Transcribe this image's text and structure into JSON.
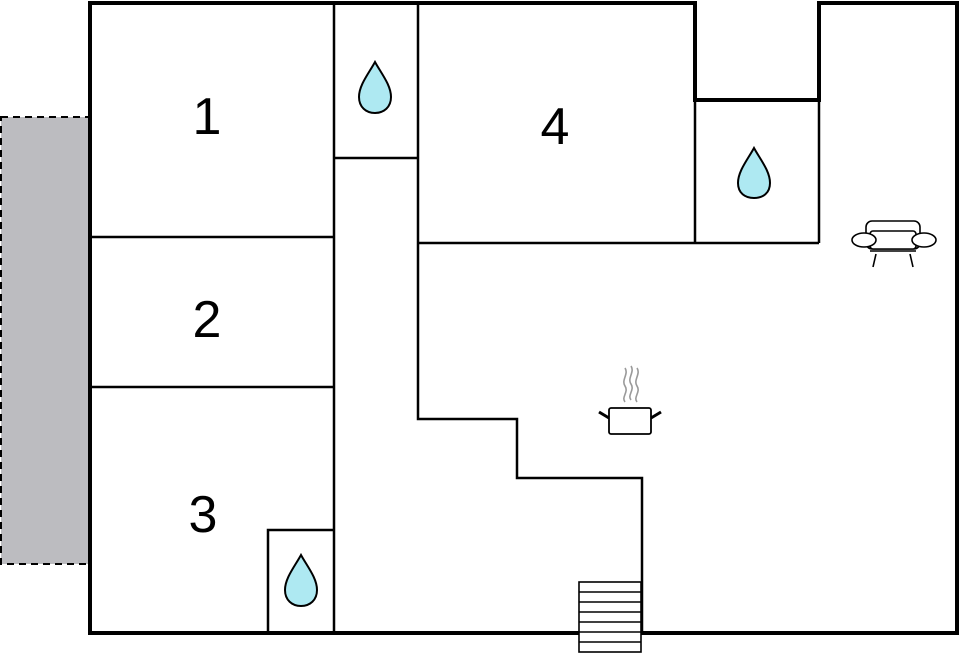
{
  "floor_plan": {
    "rooms": [
      {
        "id": "room-1",
        "label": "1"
      },
      {
        "id": "room-2",
        "label": "2"
      },
      {
        "id": "room-3",
        "label": "3"
      },
      {
        "id": "room-4",
        "label": "4"
      }
    ],
    "icons": [
      "water-drop-icon",
      "water-drop-icon",
      "water-drop-icon",
      "sofa-icon",
      "cooking-pot-icon",
      "stairs-icon"
    ],
    "colors": {
      "wall": "#000000",
      "terrace": "#bcbcc0",
      "water": "#aee9f2",
      "background": "#ffffff"
    }
  }
}
